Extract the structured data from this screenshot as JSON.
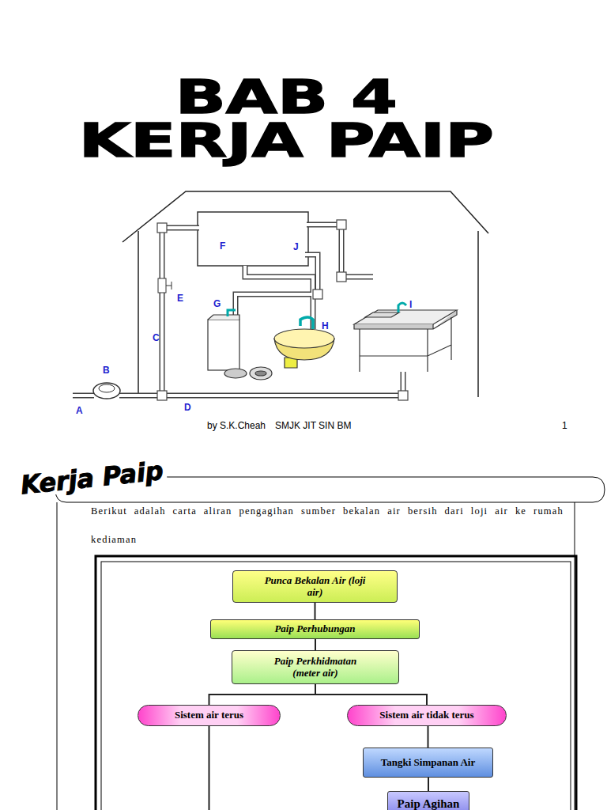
{
  "diagram": {
    "title": "BAB 4 KERJA PAIP",
    "nodes": [
      {
        "text": [
          "Punca Bekalan Air (loji air)"
        ]
      },
      {
        "text": [
          "Paip Perhubungan"
        ]
      },
      {
        "text": [
          "Paip Perkhidmatan (meter air)"
        ]
      },
      {
        "text": [
          "Sistem air terus"
        ]
      },
      {
        "text": [
          "Sistem air tidak terus"
        ]
      },
      {
        "text": [
          "Tangki Simpanan Air"
        ]
      },
      {
        "text": [
          "Paip Agihan"
        ]
      }
    ],
    "edges": [
      {
        "from": 0,
        "to": 1,
        "arrow": "none"
      },
      {
        "from": 1,
        "to": 2,
        "arrow": "none"
      },
      {
        "from": 2,
        "to": 3,
        "arrow": "none"
      },
      {
        "from": 2,
        "to": 4,
        "arrow": "none"
      },
      {
        "from": 4,
        "to": 5,
        "arrow": "none"
      },
      {
        "from": 5,
        "to": 6,
        "arrow": "none"
      }
    ],
    "labels": [
      "A",
      "B",
      "C",
      "D",
      "E",
      "F",
      "G",
      "H",
      "I",
      "J",
      "by S.K.Cheah",
      "SMJK JIT SIN BM",
      "1",
      "Kerja Paip",
      "Berikut adalah carta aliran pengagihan sumber bekalan air bersih dari loji air ke rumah kediaman"
    ]
  }
}
